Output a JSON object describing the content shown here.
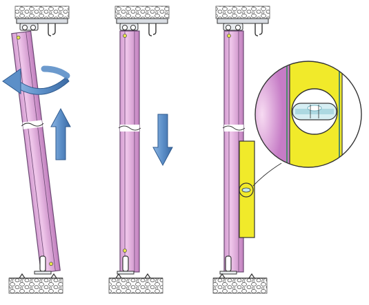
{
  "diagram": {
    "steps": [
      {
        "id": "tilt-insert",
        "motion": [
          "rotate-arrow",
          "up-arrow"
        ]
      },
      {
        "id": "lower-into-track",
        "motion": [
          "down-arrow"
        ]
      },
      {
        "id": "check-plumb",
        "tool": "spirit-level",
        "detail": "magnifier-callout"
      }
    ]
  },
  "colors": {
    "panel_fill": "#e7b2e0",
    "panel_shade": "#c784c1",
    "panel_edge": "#6b4a73",
    "arrow_fill": "#5c8fc8",
    "arrow_dark": "#3b6aa3",
    "level_fill": "#f1ea2a",
    "bubble_fill": "#bfe6ec",
    "track_metal": "#d9dde3",
    "stone_line": "#555555",
    "line": "#333333"
  }
}
